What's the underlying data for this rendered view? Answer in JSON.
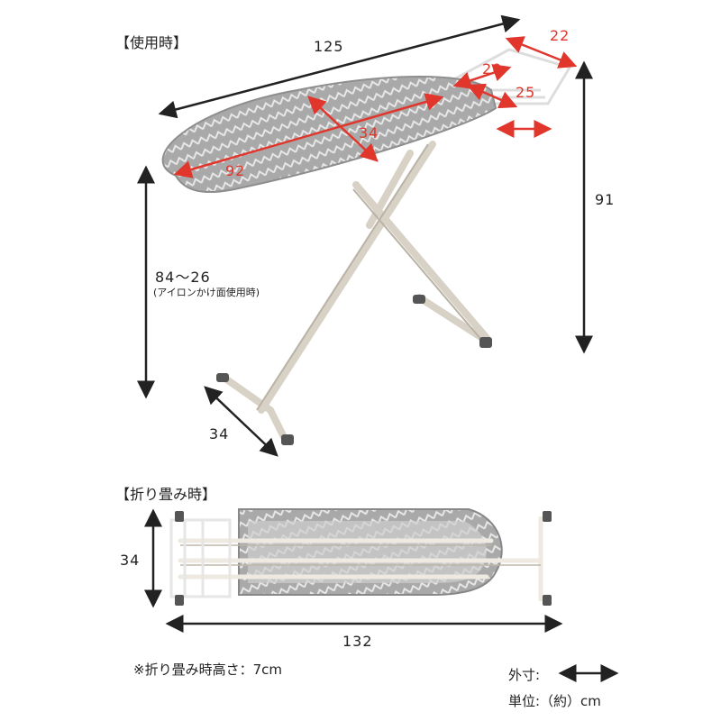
{
  "headings": {
    "in_use": "【使用時】",
    "folded": "【折り畳み時】"
  },
  "dimensions": {
    "length": "125",
    "rack_width": "22",
    "rack_depth_1": "20",
    "rack_depth_2": "25",
    "board_width": "34",
    "board_length": "92",
    "total_height": "91",
    "height_range": "84～26",
    "height_note": "(アイロンかけ面使用時)",
    "base_width": "34",
    "folded_width": "34",
    "folded_length": "132"
  },
  "notes": {
    "folded_height": "※折り畳み時高さ：7cm",
    "legend_outer": "外寸:",
    "legend_unit": "単位:（約）cm"
  },
  "colors": {
    "arrow_dark": "#222222",
    "arrow_red": "#e0362c",
    "frame": "#d9d3c8",
    "cover": "#a8a8a8",
    "foot": "#555555"
  }
}
